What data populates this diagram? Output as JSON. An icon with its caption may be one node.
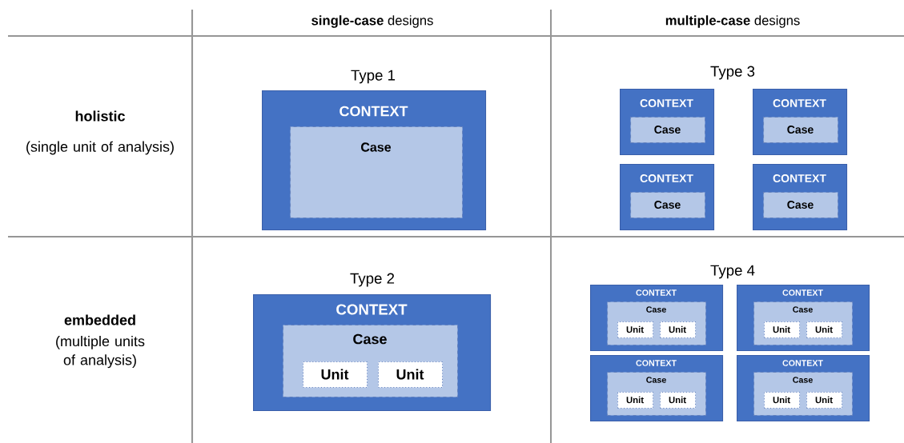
{
  "diagram": {
    "nodes": [
      {
        "text": [
          "CONTEXT"
        ]
      },
      {
        "text": [
          "Case"
        ],
        "in": 0
      },
      {
        "text": [
          "CONTEXT"
        ]
      },
      {
        "text": [
          "Case"
        ],
        "in": 2
      },
      {
        "text": [
          "CONTEXT"
        ]
      },
      {
        "text": [
          "Case"
        ],
        "in": 4
      },
      {
        "text": [
          "CONTEXT"
        ]
      },
      {
        "text": [
          "Case"
        ],
        "in": 6
      },
      {
        "text": [
          "CONTEXT"
        ]
      },
      {
        "text": [
          "Case"
        ],
        "in": 8
      },
      {
        "text": [
          "CONTEXT"
        ]
      },
      {
        "text": [
          "Case"
        ],
        "in": 10
      },
      {
        "text": [
          "Unit"
        ],
        "in": 11
      },
      {
        "text": [
          "Unit"
        ],
        "in": 11
      },
      {
        "text": [
          "CONTEXT"
        ]
      },
      {
        "text": [
          "Case"
        ],
        "in": 14
      },
      {
        "text": [
          "Unit"
        ],
        "in": 15
      },
      {
        "text": [
          "Unit"
        ],
        "in": 15
      },
      {
        "text": [
          "CONTEXT"
        ]
      },
      {
        "text": [
          "Case"
        ],
        "in": 18
      },
      {
        "text": [
          "Unit"
        ],
        "in": 19
      },
      {
        "text": [
          "Unit"
        ],
        "in": 19
      },
      {
        "text": [
          "CONTEXT"
        ]
      },
      {
        "text": [
          "Case"
        ],
        "in": 22
      },
      {
        "text": [
          "Unit"
        ],
        "in": 23
      },
      {
        "text": [
          "Unit"
        ],
        "in": 23
      },
      {
        "text": [
          "CONTEXT"
        ]
      },
      {
        "text": [
          "Case"
        ],
        "in": 26
      },
      {
        "text": [
          "Unit"
        ],
        "in": 27
      },
      {
        "text": [
          "Unit"
        ],
        "in": 27
      }
    ],
    "labels": [
      "**single-case** designs",
      "**multiple-case** designs",
      "holistic",
      "(single unit of analysis)",
      "Type 1",
      "Type 3",
      "embedded",
      "(multiple units of analysis)",
      "Type 2",
      "Type 4"
    ]
  }
}
